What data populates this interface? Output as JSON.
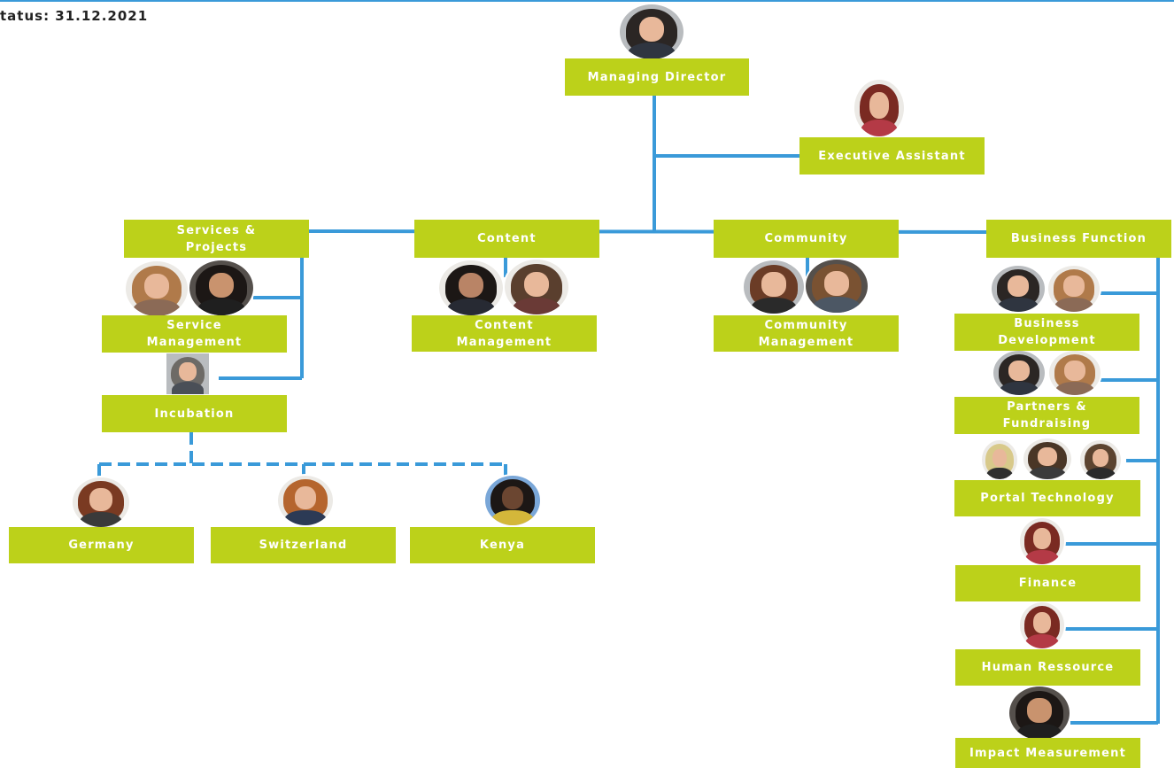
{
  "status": "tatus: 31.12.2021",
  "colors": {
    "box": "#bcd11a",
    "line": "#3a9ad9",
    "box_text": "#ffffff"
  },
  "nodes": {
    "managing_director": "Managing Director",
    "executive_assistant": "Executive Assistant",
    "services_projects": "Services & Projects",
    "content": "Content",
    "community": "Community",
    "business_function": "Business Function",
    "service_management": "Service Management",
    "content_management": "Content Management",
    "community_management": "Community Management",
    "incubation": "Incubation",
    "germany": "Germany",
    "switzerland": "Switzerland",
    "kenya": "Kenya",
    "business_development": "Business Development",
    "partners_fundraising": "Partners & Fundraising",
    "portal_technology": "Portal Technology",
    "finance": "Finance",
    "human_ressource": "Human Ressource",
    "impact_measurement": "Impact Measurement"
  }
}
